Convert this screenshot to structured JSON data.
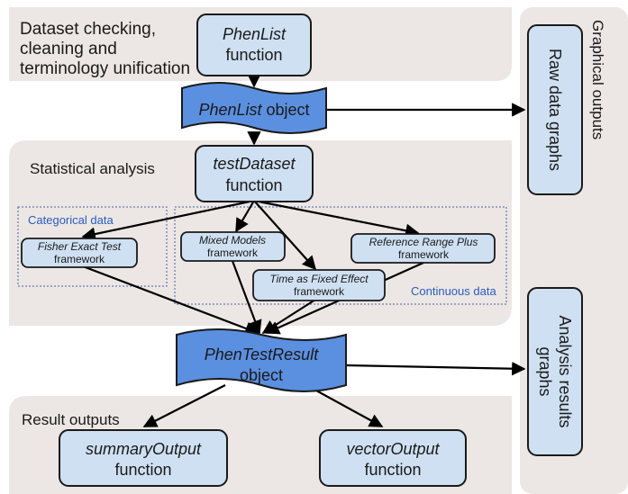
{
  "sections": {
    "dataset_checking": [
      "Dataset checking,",
      "cleaning and",
      "terminology unification"
    ],
    "statistical_analysis": "Statistical analysis",
    "result_outputs": "Result outputs",
    "graphical_outputs": "Graphical outputs"
  },
  "boxes": {
    "phenlist_function": {
      "name": "PhenList",
      "suffix": "function"
    },
    "phenlist_object": {
      "name": "PhenList",
      "suffix": " object"
    },
    "testdataset_function": {
      "name": "testDataset",
      "suffix": "function"
    },
    "fisher": {
      "name": "Fisher Exact Test",
      "suffix": "framework"
    },
    "mixed_models": {
      "name": "Mixed Models",
      "suffix": "framework"
    },
    "time_fixed": {
      "name": "Time as Fixed Effect",
      "suffix": "framework"
    },
    "reference_range": {
      "name": "Reference Range Plus",
      "suffix": "framework"
    },
    "phentestresult_object": {
      "name": "PhenTestResult",
      "suffix": "object"
    },
    "summary_output": {
      "name": "summaryOutput",
      "suffix": "function"
    },
    "vector_output": {
      "name": "vectorOutput",
      "suffix": "function"
    },
    "raw_data_graphs": "Raw data graphs",
    "analysis_graphs": [
      "Analysis results",
      "graphs"
    ]
  },
  "groups": {
    "categorical": "Categorical data",
    "continuous": "Continuous data"
  },
  "colors": {
    "panel": "#ece7e4",
    "box_fill": "#cfe0f2",
    "object_fill": "#5b8fe0",
    "border": "#1a1a1a",
    "label_blue": "#2a5bbf"
  }
}
